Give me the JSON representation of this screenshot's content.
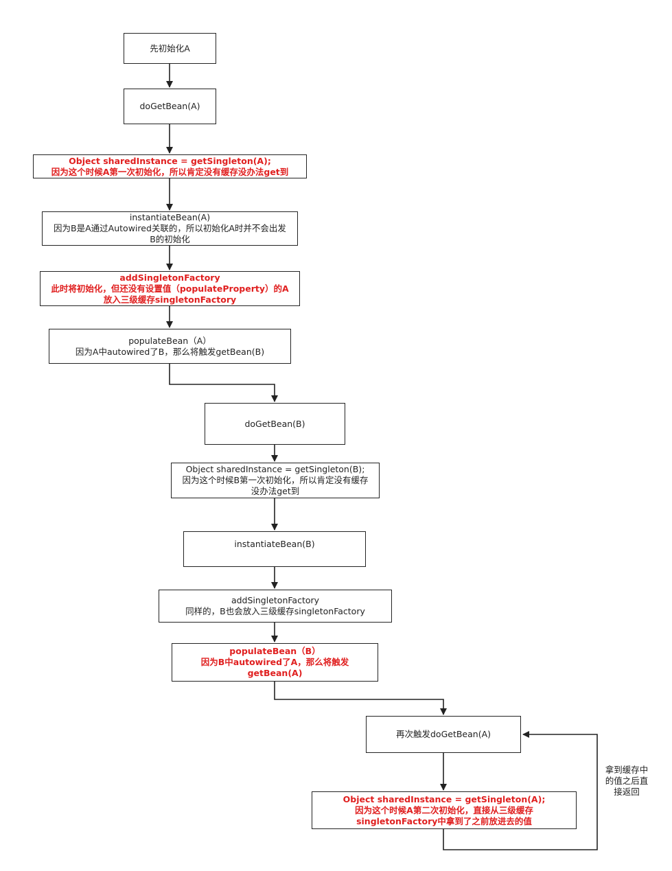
{
  "nodes": {
    "n1": [
      "先初始化A"
    ],
    "n2": [
      "doGetBean(A)"
    ],
    "n3": [
      "Object sharedInstance = getSingleton(A);",
      "因为这个时候A第一次初始化，所以肯定没有缓存没办法get到"
    ],
    "n4": [
      "instantiateBean(A)",
      "因为B是A通过Autowired关联的，所以初始化A时并不会出发",
      "B的初始化"
    ],
    "n5": [
      "addSingletonFactory",
      "此时将初始化，但还没有设置值（populateProperty）的A",
      "放入三级缓存singletonFactory"
    ],
    "n6": [
      "populateBean（A）",
      "因为A中autowired了B，那么将触发getBean(B)"
    ],
    "n7": [
      "doGetBean(B)"
    ],
    "n8": [
      "Object sharedInstance = getSingleton(B);",
      "因为这个时候B第一次初始化，所以肯定没有缓存",
      "没办法get到"
    ],
    "n9": [
      "instantiateBean(B)"
    ],
    "n10": [
      "addSingletonFactory",
      "同样的，B也会放入三级缓存singletonFactory"
    ],
    "n11": [
      "populateBean（B）",
      "因为B中autowired了A，那么将触发",
      "getBean(A)"
    ],
    "n12": [
      "再次触发doGetBean(A)"
    ],
    "n13": [
      "Object sharedInstance = getSingleton(A);",
      "因为这个时候A第二次初始化，直接从三级缓存",
      "singletonFactory中拿到了之前放进去的值"
    ]
  },
  "loop_label": [
    "拿到缓存中",
    "的值之后直",
    "接返回"
  ],
  "colors": {
    "highlight": "#e02020",
    "border": "#222222",
    "text": "#222222"
  }
}
